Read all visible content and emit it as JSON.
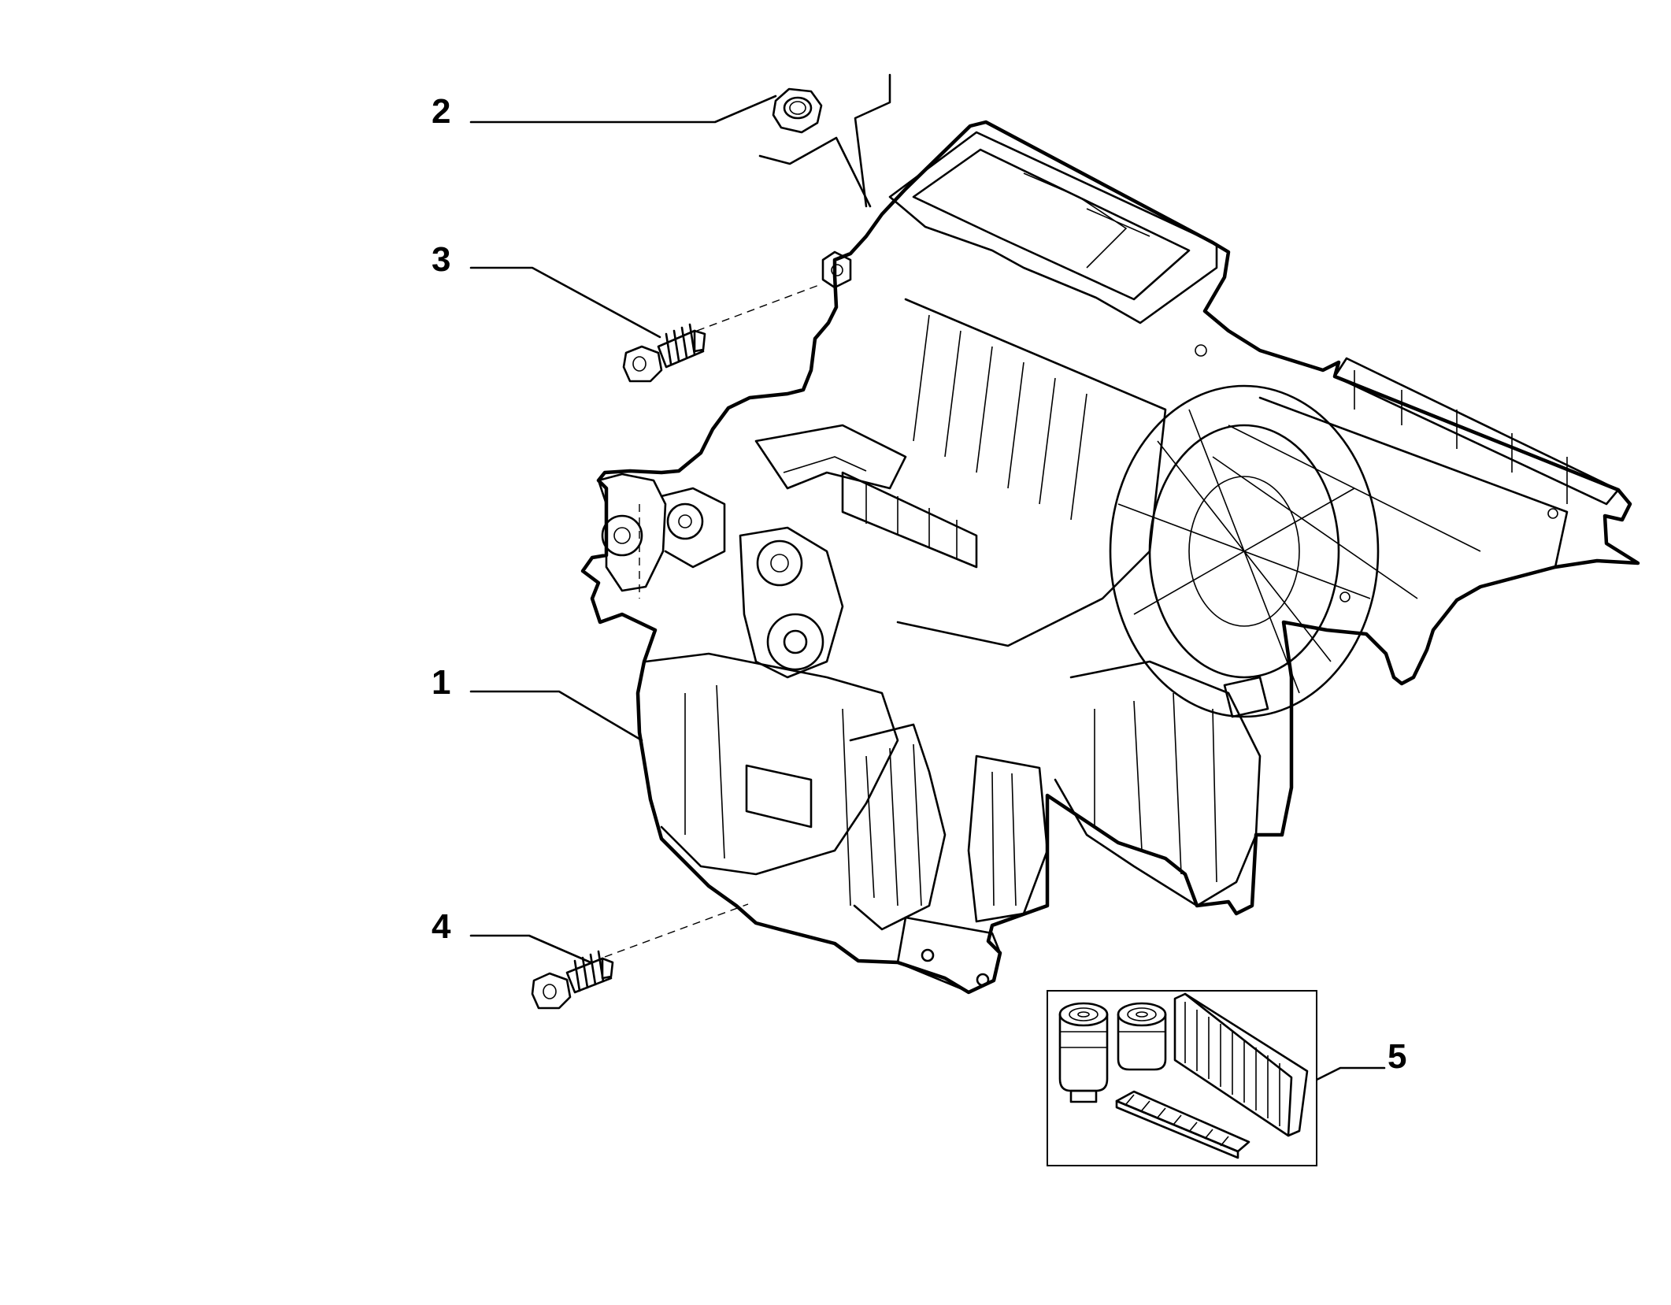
{
  "callouts": [
    {
      "id": "1",
      "label": "1",
      "part": "hvac-housing-assembly"
    },
    {
      "id": "2",
      "label": "2",
      "part": "hex-nut"
    },
    {
      "id": "3",
      "label": "3",
      "part": "flange-screw"
    },
    {
      "id": "4",
      "label": "4",
      "part": "flange-screw"
    },
    {
      "id": "5",
      "label": "5",
      "part": "filter-kit"
    }
  ],
  "colors": {
    "line": "#000000",
    "background": "#ffffff"
  }
}
